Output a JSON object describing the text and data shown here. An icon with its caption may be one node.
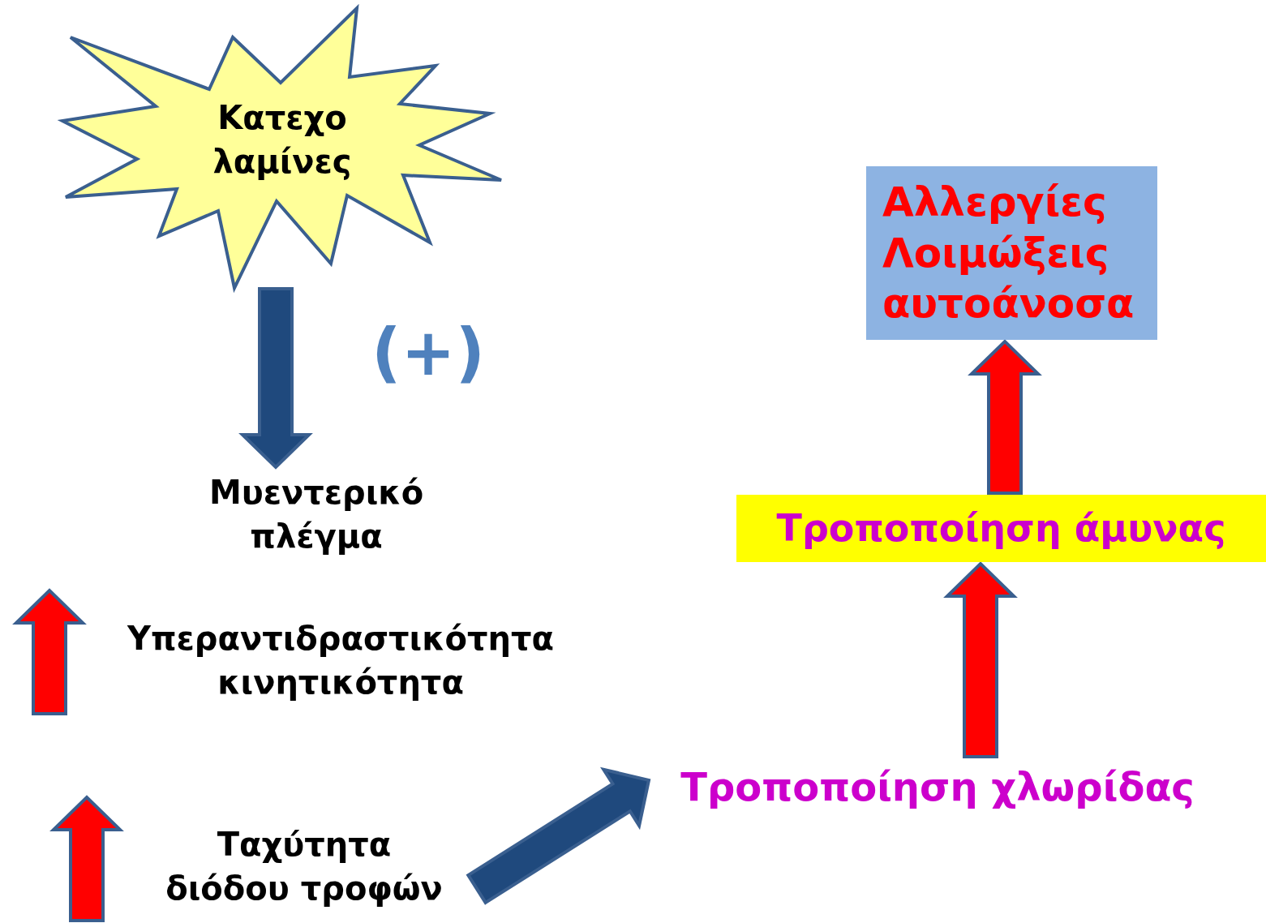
{
  "diagram": {
    "nodes": [
      {
        "text": [
          "Κατεχο λαμίνες"
        ]
      },
      {
        "text": [
          "Μυεντερικό πλέγμα"
        ]
      },
      {
        "text": [
          "Υπεραντιδραστικότητα κινητικότητα"
        ]
      },
      {
        "text": [
          "Ταχύτητα διόδου τροφών"
        ]
      },
      {
        "text": [
          "Τροποποίηση χλωρίδας"
        ]
      },
      {
        "text": [
          "Τροποποίηση άμυνας"
        ]
      },
      {
        "text": [
          "Αλλεργίες",
          "Λοιμώξεις",
          "αυτοάνοσα"
        ]
      }
    ],
    "edges": [
      {
        "from": 0,
        "to": 1,
        "arrow": "to",
        "label": "(+)",
        "color": "#1f497d"
      },
      {
        "from": 3,
        "to": 4,
        "arrow": "to",
        "color": "#1f497d"
      },
      {
        "from": 4,
        "to": 5,
        "arrow": "to",
        "color": "#ff0000"
      },
      {
        "from": 5,
        "to": 6,
        "arrow": "to",
        "color": "#ff0000"
      }
    ]
  }
}
